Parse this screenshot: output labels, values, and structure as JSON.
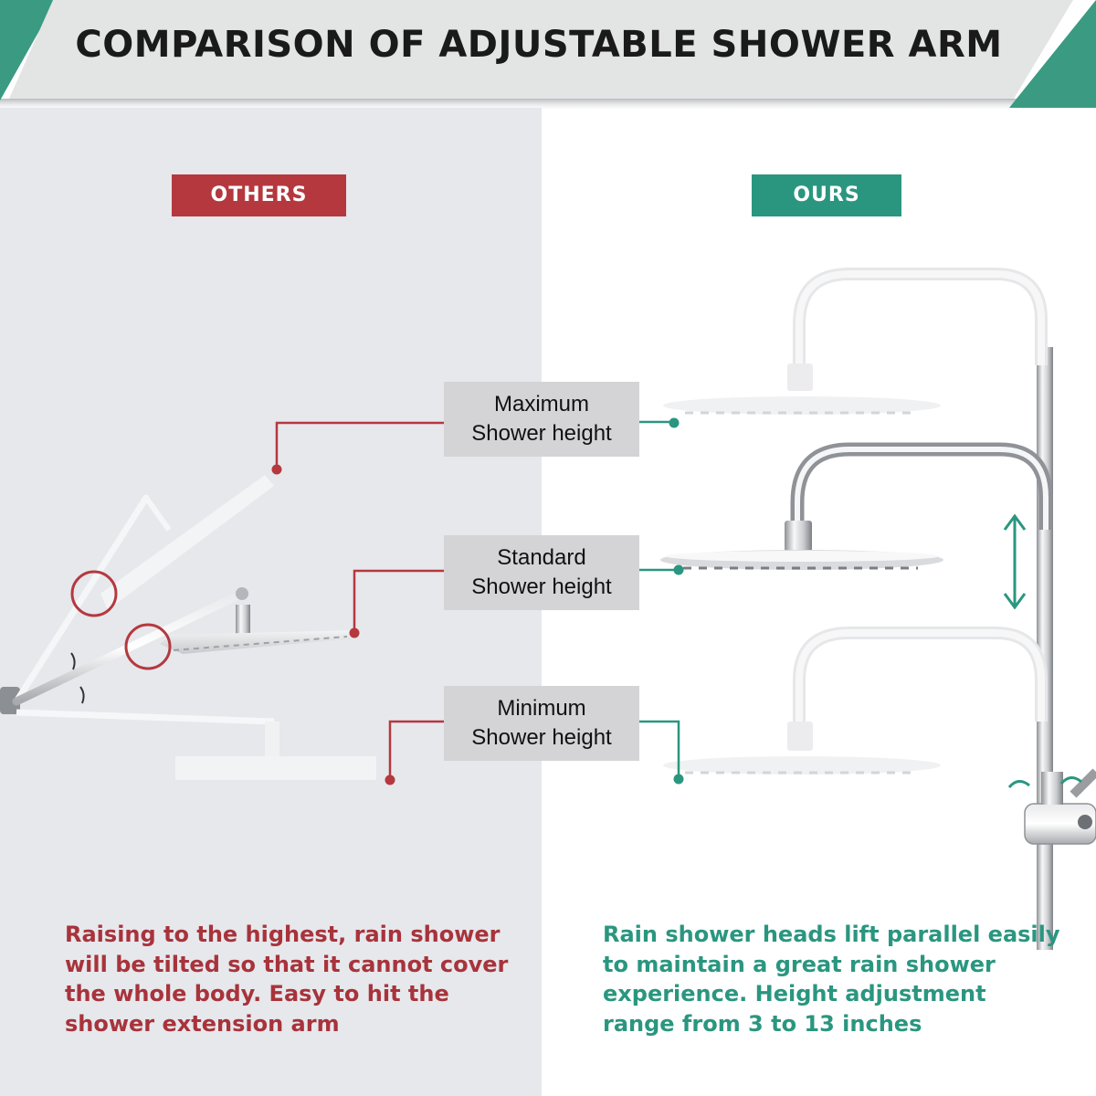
{
  "banner": {
    "title": "COMPARISON OF ADJUSTABLE SHOWER ARM",
    "accent_color": "#3a9a82",
    "bar_color": "#e3e4e4"
  },
  "tags": {
    "others": "OTHERS",
    "ours": "OURS"
  },
  "labels": {
    "maximum": {
      "line1": "Maximum",
      "line2": "Shower height"
    },
    "standard": {
      "line1": "Standard",
      "line2": "Shower height"
    },
    "minimum": {
      "line1": "Minimum",
      "line2": "Shower height"
    }
  },
  "descriptions": {
    "others": [
      "Raising to the highest, rain shower",
      "will be tilted so that it cannot cover",
      "the whole body. Easy to hit the",
      "shower extension arm"
    ],
    "ours": [
      "Rain shower heads lift parallel easily",
      "to maintain a great rain shower",
      "experience. Height adjustment",
      "range from 3 to 13 inches"
    ]
  },
  "colors": {
    "others_red": "#b5383f",
    "ours_green": "#2a9680",
    "left_background": "#e6e8ec",
    "chrome_light": "#f4f5f7",
    "chrome_dark": "#9a9ca0"
  },
  "icons": [
    "up-down-arrow-icon",
    "rotate-arrow-icon",
    "highlight-circle-icon",
    "connector-dot-icon"
  ]
}
